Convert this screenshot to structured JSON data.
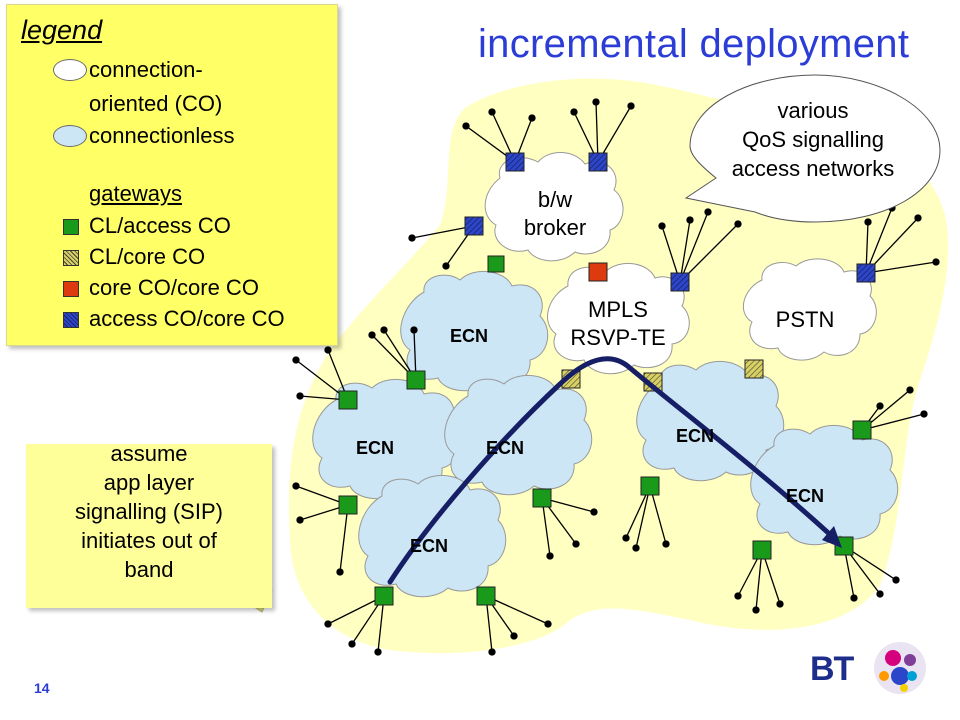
{
  "title": "incremental deployment",
  "legend": {
    "heading": "legend",
    "co_label_1": "connection-",
    "co_label_2": "oriented (CO)",
    "cl_label": "connectionless",
    "gateways_heading": "gateways",
    "gateways": [
      {
        "label": "CL/access CO",
        "color": "#1a9a1a"
      },
      {
        "label": "CL/core CO",
        "color": "#b7b24a"
      },
      {
        "label": "core CO/core CO",
        "color": "#dd3a10"
      },
      {
        "label": "access CO/core CO",
        "color": "#2b46c8"
      }
    ]
  },
  "note": {
    "lines": [
      "assume",
      "app layer",
      "signalling (SIP)",
      "initiates out of",
      "band"
    ]
  },
  "callout": {
    "lines": [
      "various",
      "QoS signalling",
      "access networks"
    ]
  },
  "clouds": {
    "bw_broker": [
      "b/w",
      "broker"
    ],
    "mpls": [
      "MPLS",
      "RSVP-TE"
    ],
    "pstn": "PSTN",
    "ecn_label": "ECN"
  },
  "colors": {
    "co_cloud": "#ffffff",
    "cl_cloud": "#cce6f6",
    "access_region": "#ffffc2",
    "path_line": "#161f66",
    "title": "#2b3dd6"
  },
  "page_number": "14",
  "logo_text": "BT"
}
